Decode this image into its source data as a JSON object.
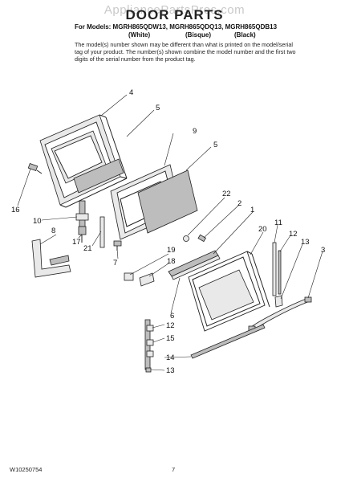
{
  "watermark": "AppliancePartsPros.com",
  "title": "DOOR PARTS",
  "models": "For Models: MGRH865QDW13, MGRH865QDQ13, MGRH865QDB13",
  "colors": [
    "(White)",
    "(Bisque)",
    "(Black)"
  ],
  "note": "The model(s) number shown may be different than what is printed on the model/serial tag of your product. The number(s) shown combine the model number and the first two digits of the serial number from the product tag.",
  "footer": {
    "doc_number": "W10250754",
    "page_number": "7"
  },
  "callouts": {
    "c4": "4",
    "c5a": "5",
    "c9": "9",
    "c5b": "5",
    "c16": "16",
    "c10": "10",
    "c8": "8",
    "c17": "17",
    "c21": "21",
    "c7": "7",
    "c22": "22",
    "c2": "2",
    "c1": "1",
    "c11": "11",
    "c20": "20",
    "c12a": "12",
    "c13a": "13",
    "c3": "3",
    "c19": "19",
    "c18": "18",
    "c6": "6",
    "c12b": "12",
    "c15": "15",
    "c14": "14",
    "c13b": "13"
  }
}
